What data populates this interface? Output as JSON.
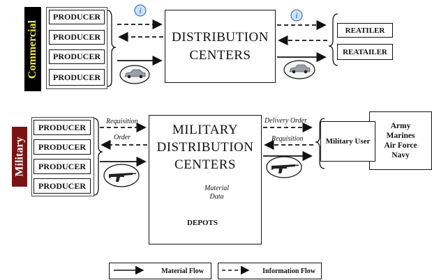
{
  "commercial": {
    "label": "Commercial",
    "producers": [
      "PRODUCER",
      "PRODUCER",
      "PRODUCER",
      "PRODUCER"
    ],
    "center_line1": "DISTRIBUTION",
    "center_line2": "CENTERS",
    "retailers": [
      "REATILER",
      "REATAILER"
    ]
  },
  "military": {
    "label": "Military",
    "producers": [
      "PRODUCER",
      "PRODUCER",
      "PRODUCER",
      "PRODUCER"
    ],
    "center_line1": "MILITARY",
    "center_line2": "DISTRIBUTION",
    "center_line3": "CENTERS",
    "depots": "DEPOTS",
    "material_data_1": "Material",
    "material_data_2": "Data",
    "requisition_left": "Requisition",
    "order_left": "Order",
    "delivery_order": "Delivery Order",
    "requisition_right": "Requisition",
    "military_user": "Military User",
    "services": [
      "Army",
      "Marines",
      "Air Force",
      "Navy"
    ]
  },
  "legend": {
    "material_flow": "Material Flow",
    "information_flow": "Information Flow"
  },
  "colors": {
    "commercial_bg": "#000000",
    "commercial_text": "#f2e64a",
    "military_bg": "#7a1414",
    "military_text": "#ffffff",
    "info_icon": "#3f7fd0"
  }
}
